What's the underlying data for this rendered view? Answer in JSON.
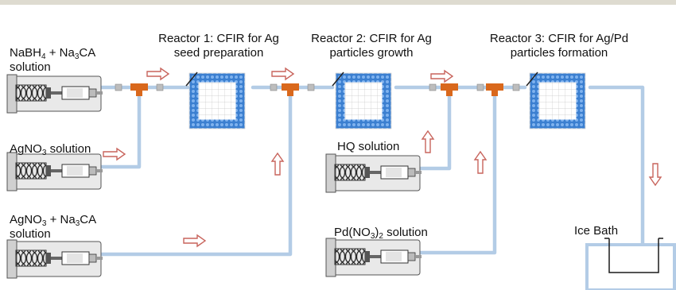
{
  "reactors": [
    {
      "line1": "Reactor 1: CFIR for Ag",
      "line2": "seed preparation"
    },
    {
      "line1": "Reactor 2: CFIR for Ag",
      "line2": "particles growth"
    },
    {
      "line1": "Reactor 3: CFIR for Ag/Pd",
      "line2": "particles formation"
    }
  ],
  "pumps": {
    "nabh4": {
      "a": "NaBH",
      "s1": "4",
      "b": " + Na",
      "s2": "3",
      "c": "CA",
      "line2": "solution"
    },
    "agno3": {
      "a": "AgNO",
      "s1": "3",
      "b": " solution"
    },
    "agno3_naca": {
      "a": "AgNO",
      "s1": "3",
      "b": " + Na",
      "s2": "3",
      "c": "CA",
      "line2": "solution"
    },
    "hq": {
      "text": "HQ solution"
    },
    "pdno3": {
      "a": "Pd(NO",
      "s1": "3",
      "b": ")",
      "s2": "2",
      "c": " solution"
    }
  },
  "ice_bath": "Ice Bath",
  "colors": {
    "tube": "#b3cce6",
    "tee": "#d9681c",
    "reactor": "#3b7fd0",
    "arrow": "#c8645c"
  }
}
